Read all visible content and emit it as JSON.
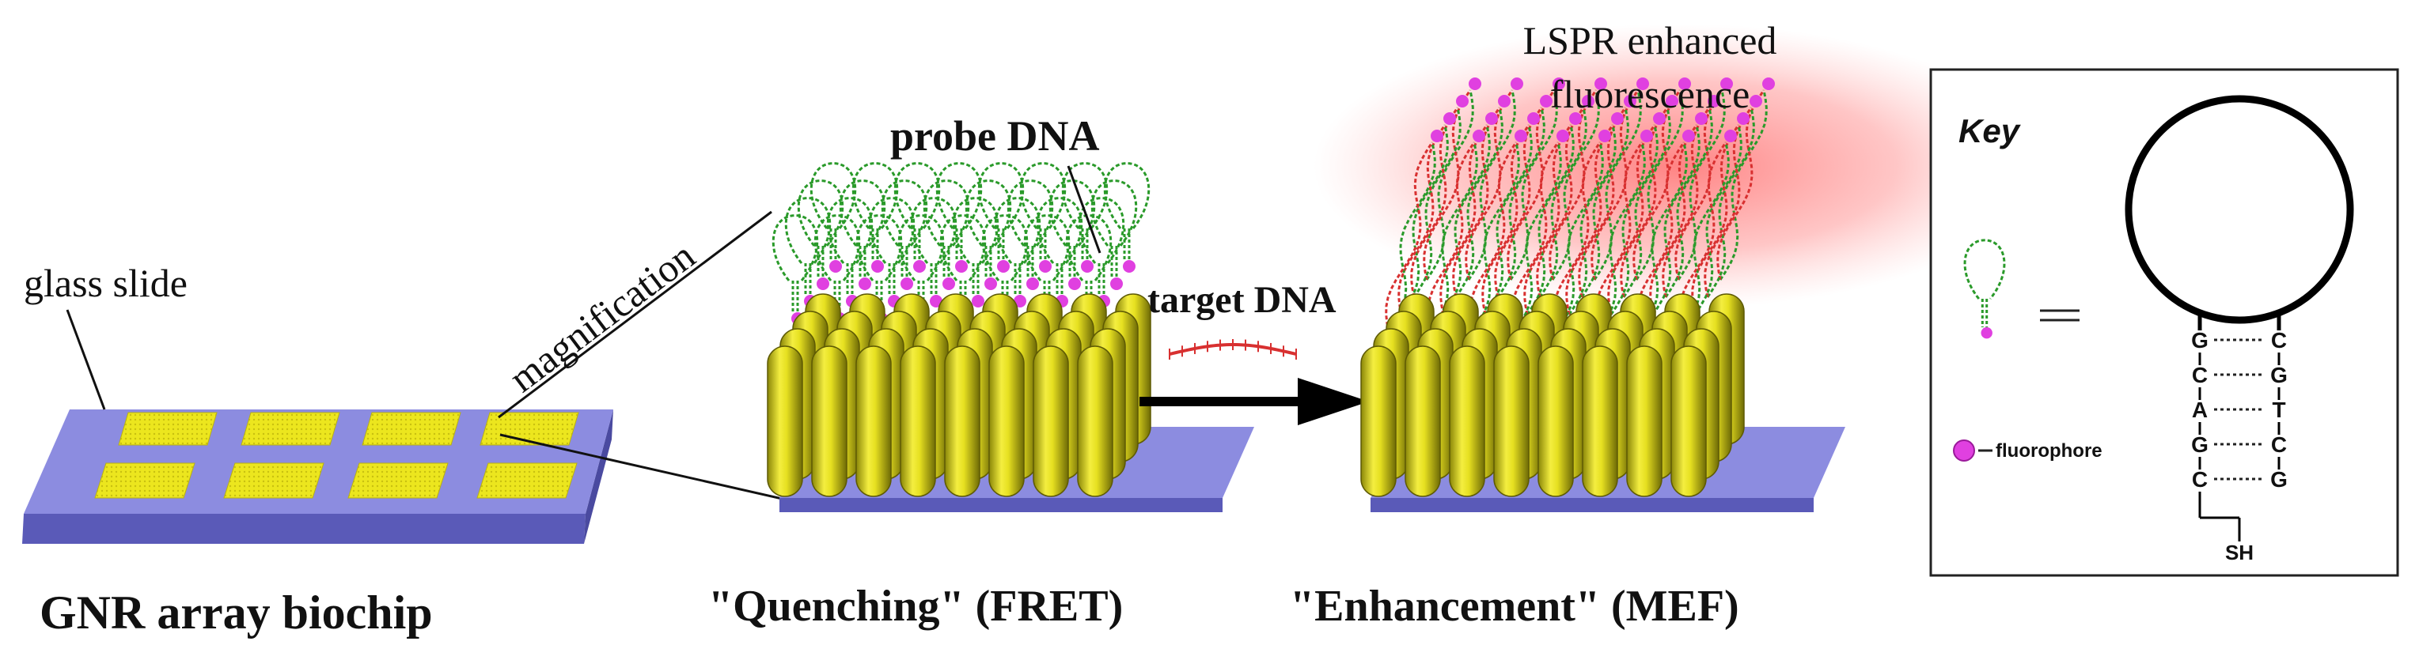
{
  "labels": {
    "glass_slide": "glass slide",
    "magnification": "magnification",
    "probe_dna": "probe DNA",
    "target_dna": "target DNA",
    "lspr_line1": "LSPR enhanced",
    "lspr_line2": "fluorescence",
    "caption_biochip": "GNR array biochip",
    "caption_quenching": "\"Quenching\" (FRET)",
    "caption_enhancement": "\"Enhancement\" (MEF)"
  },
  "key": {
    "title": "Key",
    "fluorophore": "fluorophore",
    "stem_left": [
      "G",
      "C",
      "A",
      "G",
      "C"
    ],
    "stem_right": [
      "C",
      "G",
      "T",
      "C",
      "G"
    ],
    "thiol": "SH"
  },
  "colors": {
    "slide": "#8c8ce0",
    "slide_edge": "#5a5ab8",
    "gold_pad": "#e8e21a",
    "rod": "#d8d21a",
    "rod_shade": "#7a7608",
    "probe_green": "#2a9a2a",
    "fluorophore": "#e040e0",
    "target_red": "#d83030",
    "glow": "#ff7070"
  }
}
